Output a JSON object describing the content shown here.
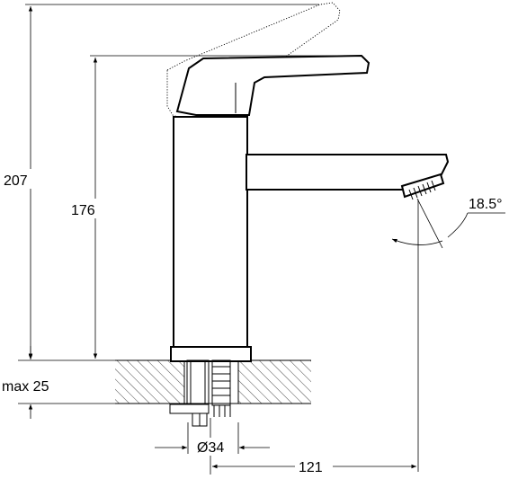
{
  "dimensions": {
    "overall_height": "207",
    "spout_height": "176",
    "counter_thickness": "max 25",
    "hole_diameter": "Ø34",
    "spout_reach": "121",
    "spray_angle": "18.5°"
  }
}
